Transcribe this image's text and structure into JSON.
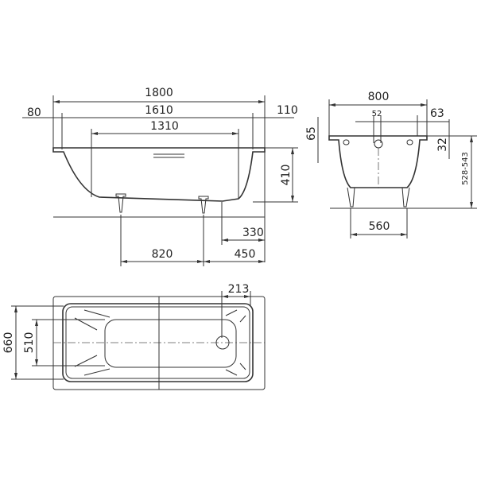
{
  "side_view": {
    "length_total": "1800",
    "length_inner": "1610",
    "length_bottom": "1310",
    "rim_left": "80",
    "rim_right": "110",
    "height": "410",
    "drain_offset": "330",
    "feet_spacing": "820",
    "feet_to_end": "450"
  },
  "end_view": {
    "width": "800",
    "overflow_spacing": "52",
    "overflow_offset": "63",
    "rim_height": "65",
    "overflow_height": "32",
    "total_height": "528-543",
    "feet_width": "560"
  },
  "plan_view": {
    "width": "660",
    "inner_width": "510",
    "drain_offset": "213"
  },
  "colors": {
    "line": "#333333",
    "background": "#ffffff"
  }
}
